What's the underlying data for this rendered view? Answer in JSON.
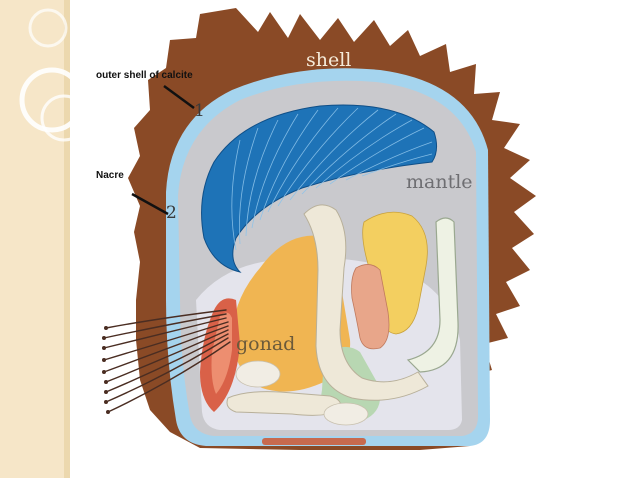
{
  "labels": {
    "shell": "shell",
    "mantle": "mantle",
    "gonad": "gonad",
    "outer_shell": "outer shell of calcite",
    "nacre": "Nacre",
    "marker_one": "1",
    "marker_two": "2"
  },
  "colors": {
    "sidebar": "#f6e6c8",
    "shell": "#8a4a26",
    "mantle": "#c9c9cd",
    "nacre_line": "#9fd2ee",
    "gill": "#1e73b7",
    "gonad": "#f0b552",
    "foot": "#eee8d8",
    "heart": "#f3cf60",
    "muscle": "#d96148"
  }
}
